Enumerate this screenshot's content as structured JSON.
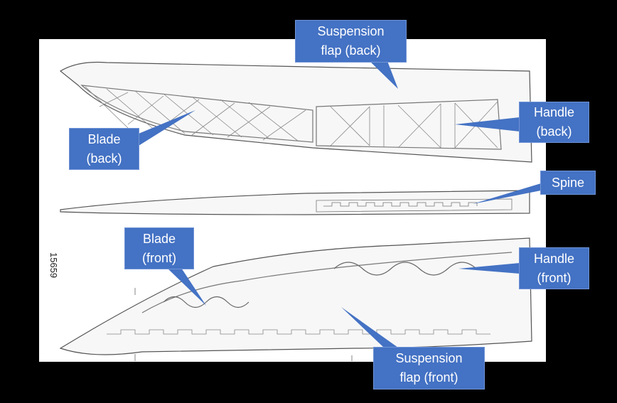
{
  "figure": {
    "catalogue_number": "15659",
    "colors": {
      "callout": "#4472C4",
      "background": "#000000",
      "panel": "#ffffff"
    }
  },
  "callouts": [
    {
      "id": "suspension-flap-back",
      "label": "Suspension\nflap (back)"
    },
    {
      "id": "blade-back",
      "label": "Blade\n(back)"
    },
    {
      "id": "handle-back",
      "label": "Handle\n(back)"
    },
    {
      "id": "spine",
      "label": "Spine"
    },
    {
      "id": "blade-front",
      "label": "Blade\n(front)"
    },
    {
      "id": "handle-front",
      "label": "Handle\n(front)"
    },
    {
      "id": "suspension-flap-front",
      "label": "Suspension\nflap (front)"
    }
  ]
}
